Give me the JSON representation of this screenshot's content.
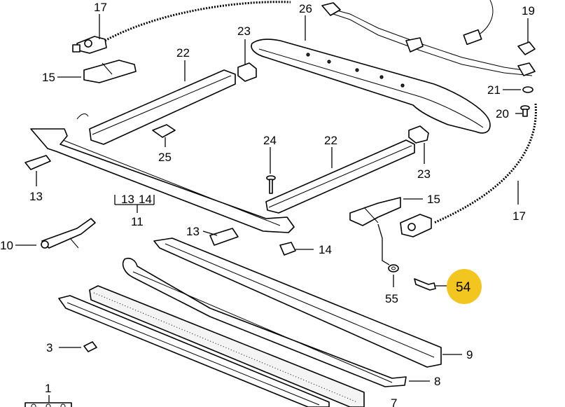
{
  "callouts": {
    "c17a": "17",
    "c26": "26",
    "c19": "19",
    "c23a": "23",
    "c22a": "22",
    "c15a": "15",
    "c21": "21",
    "c20": "20",
    "c25": "25",
    "c24": "24",
    "c22b": "22",
    "c23b": "23",
    "c13a": "13",
    "c13b": "13",
    "c14a": "14",
    "c11": "11",
    "c15b": "15",
    "c17b": "17",
    "c10": "10",
    "c13c": "13",
    "c14b": "14",
    "c55": "55",
    "c54": "54",
    "c3": "3",
    "c9": "9",
    "c8": "8",
    "c1": "1",
    "c7": "7"
  },
  "highlight": {
    "color": "#f2c51f",
    "part": "54"
  }
}
